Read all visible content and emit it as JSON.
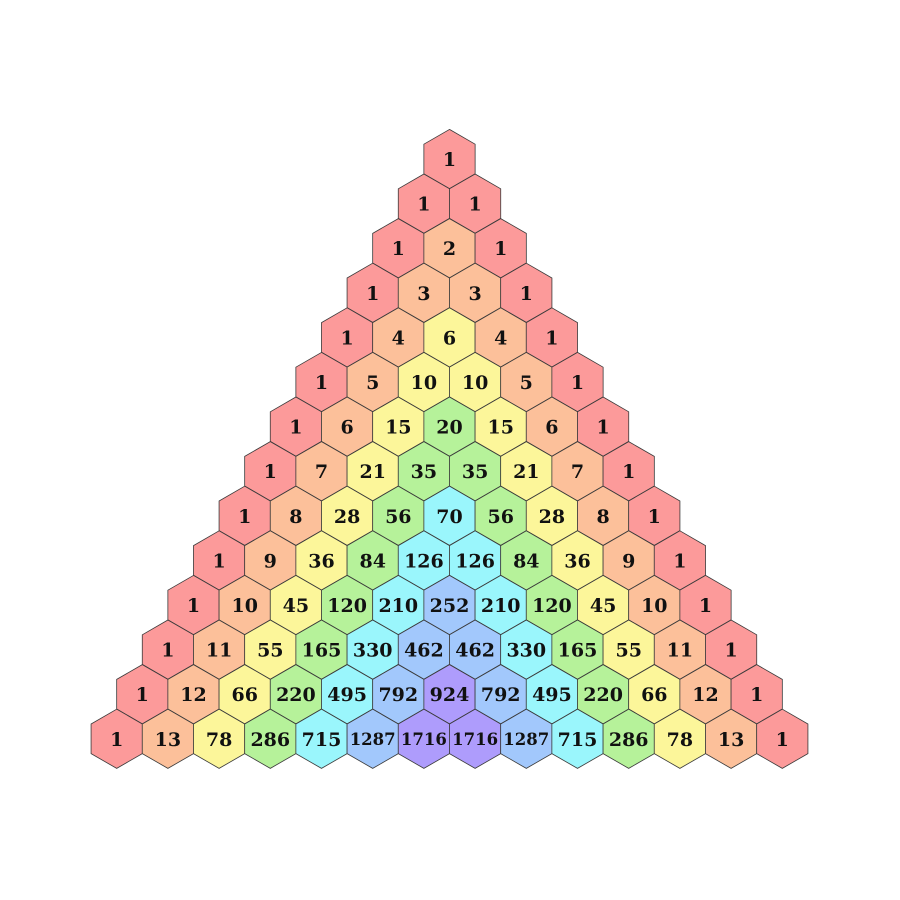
{
  "diagram": {
    "rows": [
      [
        "1"
      ],
      [
        "1",
        "1"
      ],
      [
        "1",
        "2",
        "1"
      ],
      [
        "1",
        "3",
        "3",
        "1"
      ],
      [
        "1",
        "4",
        "6",
        "4",
        "1"
      ],
      [
        "1",
        "5",
        "10",
        "10",
        "5",
        "1"
      ],
      [
        "1",
        "6",
        "15",
        "20",
        "15",
        "6",
        "1"
      ],
      [
        "1",
        "7",
        "21",
        "35",
        "35",
        "21",
        "7",
        "1"
      ],
      [
        "1",
        "8",
        "28",
        "56",
        "70",
        "56",
        "28",
        "8",
        "1"
      ],
      [
        "1",
        "9",
        "36",
        "84",
        "126",
        "126",
        "84",
        "36",
        "9",
        "1"
      ],
      [
        "1",
        "10",
        "45",
        "120",
        "210",
        "252",
        "210",
        "120",
        "45",
        "10",
        "1"
      ],
      [
        "1",
        "11",
        "55",
        "165",
        "330",
        "462",
        "462",
        "330",
        "165",
        "55",
        "11",
        "1"
      ],
      [
        "1",
        "12",
        "66",
        "220",
        "495",
        "792",
        "924",
        "792",
        "495",
        "220",
        "66",
        "12",
        "1"
      ],
      [
        "1",
        "13",
        "78",
        "286",
        "715",
        "1287",
        "1716",
        "1716",
        "1287",
        "715",
        "286",
        "78",
        "13",
        "1"
      ]
    ],
    "colors": [
      "#fc9a9a",
      "#fcc09a",
      "#fcf69a",
      "#b6f29a",
      "#9af6fc",
      "#a2c8fc",
      "#ae9cfc"
    ]
  }
}
